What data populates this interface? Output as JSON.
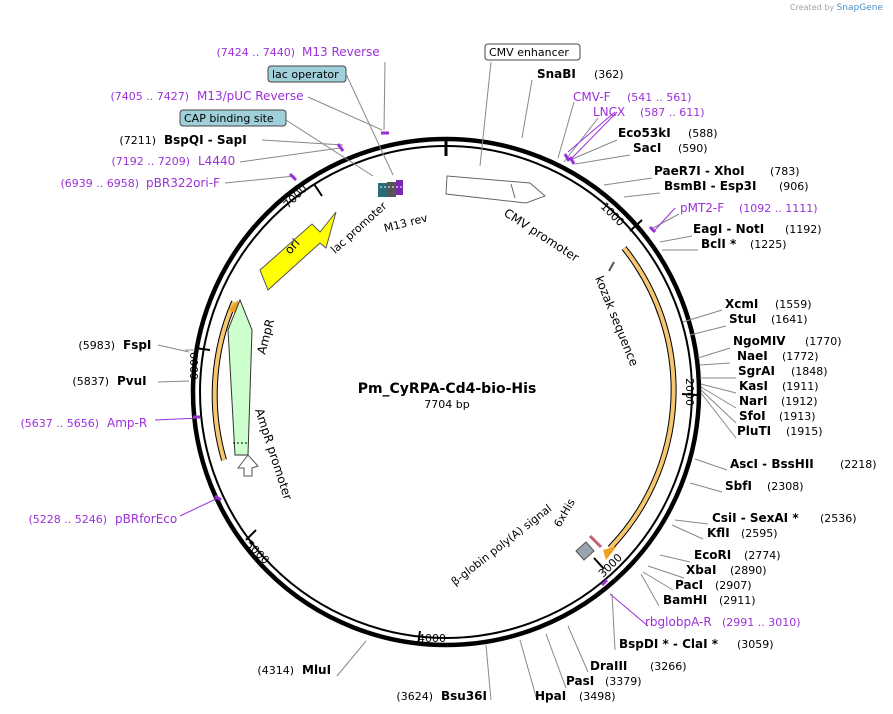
{
  "branding": {
    "prefix": "Created by",
    "name": "SnapGene"
  },
  "plasmid": {
    "name": "Pm_CyRPA-Cd4-bio-His",
    "length_label": "7704 bp",
    "length": 7704
  },
  "colors": {
    "primer": "#9b30d9",
    "enzyme": "#000000",
    "yellow_feature": "#ffff00",
    "orange_arc": "#f0a020",
    "ampr_green": "#ccffcc"
  },
  "boxed_labels": [
    {
      "text": "CMV enhancer",
      "fill": "#ffffff"
    },
    {
      "text": "lac operator",
      "fill": "#9fcfd8"
    },
    {
      "text": "CAP binding site",
      "fill": "#9fcfd8"
    }
  ],
  "ticks": [
    "1000",
    "2000",
    "3000",
    "4000",
    "5000",
    "6000",
    "7000"
  ],
  "features": [
    "CMV promoter",
    "kozak sequence",
    "6xHis",
    "β-globin poly(A) signal",
    "AmpR",
    "AmpR promoter",
    "ori",
    "lac promoter",
    "M13 rev"
  ],
  "left_labels": [
    {
      "range": "(7424 .. 7440)",
      "name": "M13 Reverse",
      "type": "primer"
    },
    {
      "range": "(7405 .. 7427)",
      "name": "M13/pUC Reverse",
      "type": "primer"
    },
    {
      "range": "(7211)",
      "name": "BspQI - SapI",
      "type": "enzyme"
    },
    {
      "range": "(7192 .. 7209)",
      "name": "L4440",
      "type": "primer"
    },
    {
      "range": "(6939 .. 6958)",
      "name": "pBR322ori-F",
      "type": "primer"
    },
    {
      "range": "(5983)",
      "name": "FspI",
      "type": "enzyme"
    },
    {
      "range": "(5837)",
      "name": "PvuI",
      "type": "enzyme"
    },
    {
      "range": "(5637 .. 5656)",
      "name": "Amp-R",
      "type": "primer"
    },
    {
      "range": "(5228 .. 5246)",
      "name": "pBRforEco",
      "type": "primer"
    },
    {
      "range": "(4314)",
      "name": "MluI",
      "type": "enzyme"
    },
    {
      "range": "(3624)",
      "name": "Bsu36I",
      "type": "enzyme"
    }
  ],
  "right_labels": [
    {
      "name": "SnaBI",
      "pos": "(362)",
      "type": "enzyme"
    },
    {
      "name": "CMV-F",
      "pos": "(541 .. 561)",
      "type": "primer"
    },
    {
      "name": "LNCX",
      "pos": "(587 .. 611)",
      "type": "primer"
    },
    {
      "name": "Eco53kI",
      "pos": "(588)",
      "type": "enzyme"
    },
    {
      "name": "SacI",
      "pos": "(590)",
      "type": "enzyme"
    },
    {
      "name": "PaeR7I - XhoI",
      "pos": "(783)",
      "type": "enzyme"
    },
    {
      "name": "BsmBI - Esp3I",
      "pos": "(906)",
      "type": "enzyme"
    },
    {
      "name": "pMT2-F",
      "pos": "(1092 .. 1111)",
      "type": "primer"
    },
    {
      "name": "EagI - NotI",
      "pos": "(1192)",
      "type": "enzyme"
    },
    {
      "name": "BclI *",
      "pos": "(1225)",
      "type": "enzyme"
    },
    {
      "name": "XcmI",
      "pos": "(1559)",
      "type": "enzyme"
    },
    {
      "name": "StuI",
      "pos": "(1641)",
      "type": "enzyme"
    },
    {
      "name": "NgoMIV",
      "pos": "(1770)",
      "type": "enzyme"
    },
    {
      "name": "NaeI",
      "pos": "(1772)",
      "type": "enzyme"
    },
    {
      "name": "SgrAI",
      "pos": "(1848)",
      "type": "enzyme"
    },
    {
      "name": "KasI",
      "pos": "(1911)",
      "type": "enzyme"
    },
    {
      "name": "NarI",
      "pos": "(1912)",
      "type": "enzyme"
    },
    {
      "name": "SfoI",
      "pos": "(1913)",
      "type": "enzyme"
    },
    {
      "name": "PluTI",
      "pos": "(1915)",
      "type": "enzyme"
    },
    {
      "name": "AscI - BssHII",
      "pos": "(2218)",
      "type": "enzyme"
    },
    {
      "name": "SbfI",
      "pos": "(2308)",
      "type": "enzyme"
    },
    {
      "name": "CsiI - SexAI *",
      "pos": "(2536)",
      "type": "enzyme"
    },
    {
      "name": "KflI",
      "pos": "(2595)",
      "type": "enzyme"
    },
    {
      "name": "EcoRI",
      "pos": "(2774)",
      "type": "enzyme"
    },
    {
      "name": "XbaI",
      "pos": "(2890)",
      "type": "enzyme"
    },
    {
      "name": "PacI",
      "pos": "(2907)",
      "type": "enzyme"
    },
    {
      "name": "BamHI",
      "pos": "(2911)",
      "type": "enzyme"
    },
    {
      "name": "rbglobpA-R",
      "pos": "(2991 .. 3010)",
      "type": "primer"
    },
    {
      "name": "BspDI * - ClaI *",
      "pos": "(3059)",
      "type": "enzyme"
    },
    {
      "name": "DraIII",
      "pos": "(3266)",
      "type": "enzyme"
    },
    {
      "name": "PasI",
      "pos": "(3379)",
      "type": "enzyme"
    },
    {
      "name": "HpaI",
      "pos": "(3498)",
      "type": "enzyme"
    }
  ]
}
